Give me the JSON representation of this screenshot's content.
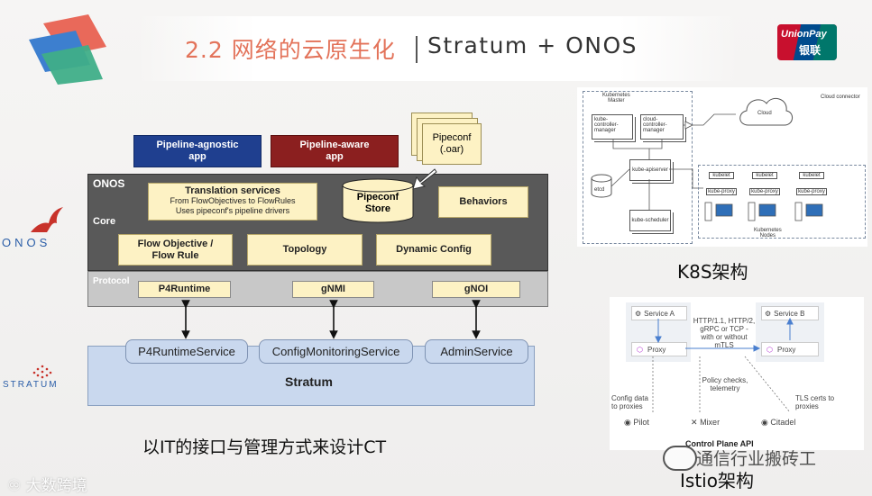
{
  "slide": {
    "title": "2.2 网络的云原生化",
    "subtitle": "Stratum + ONOS",
    "caption": "以IT的接口与管理方式来设计CT"
  },
  "logos": {
    "onos": "ONOS",
    "stratum": "STRATUM",
    "unionpay_top": "UnionPay",
    "unionpay_bottom": "银联",
    "watermark_right": "通信行业搬砖工",
    "watermark_left": "大数跨境"
  },
  "onos_diagram": {
    "app_agnostic": "Pipeline-agnostic\napp",
    "app_aware": "Pipeline-aware\napp",
    "pipeconf_file": "Pipeconf\n(.oar)",
    "onos_label": "ONOS",
    "core_label": "Core",
    "translation_title": "Translation services",
    "translation_line1": "From FlowObjectives to FlowRules",
    "translation_line2": "Uses pipeconf's pipeline drivers",
    "pipeconf_store": "Pipeconf\nStore",
    "behaviors": "Behaviors",
    "flow_objective": "Flow Objective /\nFlow Rule",
    "topology": "Topology",
    "dynamic_config": "Dynamic Config",
    "protocol_label": "Protocol",
    "p4runtime": "P4Runtime",
    "gnmi": "gNMI",
    "gnoi": "gNOI",
    "p4runtime_service": "P4RuntimeService",
    "config_monitoring_service": "ConfigMonitoringService",
    "admin_service": "AdminService",
    "stratum": "Stratum"
  },
  "k8s_diagram": {
    "caption": "K8S架构",
    "master": "Kubernetes\nMaster",
    "controller_manager": "kube-controller-\nmanager",
    "cloud_controller_manager": "cloud-controller-\nmanager",
    "cloud": "Cloud",
    "cloud_connector": "Cloud connector",
    "etcd": "etcd",
    "apiserver": "kube-apiserver",
    "scheduler": "kube-scheduler",
    "kubelet": "kubelet",
    "kube_proxy": "kube-proxy",
    "nodes": "Kubernetes\nNodes"
  },
  "istio_diagram": {
    "caption": "Istio架构",
    "service_a": "Service A",
    "service_b": "Service B",
    "proxy": "Proxy",
    "protocols": "HTTP/1.1, HTTP/2,\ngRPC or TCP -\nwith or without\nmTLS",
    "policy": "Policy checks,\ntelemetry",
    "config_data": "Config data\nto proxies",
    "tls_certs": "TLS certs to\nproxies",
    "pilot": "Pilot",
    "mixer": "Mixer",
    "citadel": "Citadel",
    "control_plane": "Control Plane API"
  },
  "colors": {
    "title_accent": "#e3735a",
    "app_agnostic_bg": "#1f3f8f",
    "app_aware_bg": "#8b1f1f",
    "onos_panel": "#595959",
    "protocol_panel": "#c8c8c8",
    "stratum_panel": "#c9d8ee",
    "yellow_box": "#fdf2c4"
  }
}
